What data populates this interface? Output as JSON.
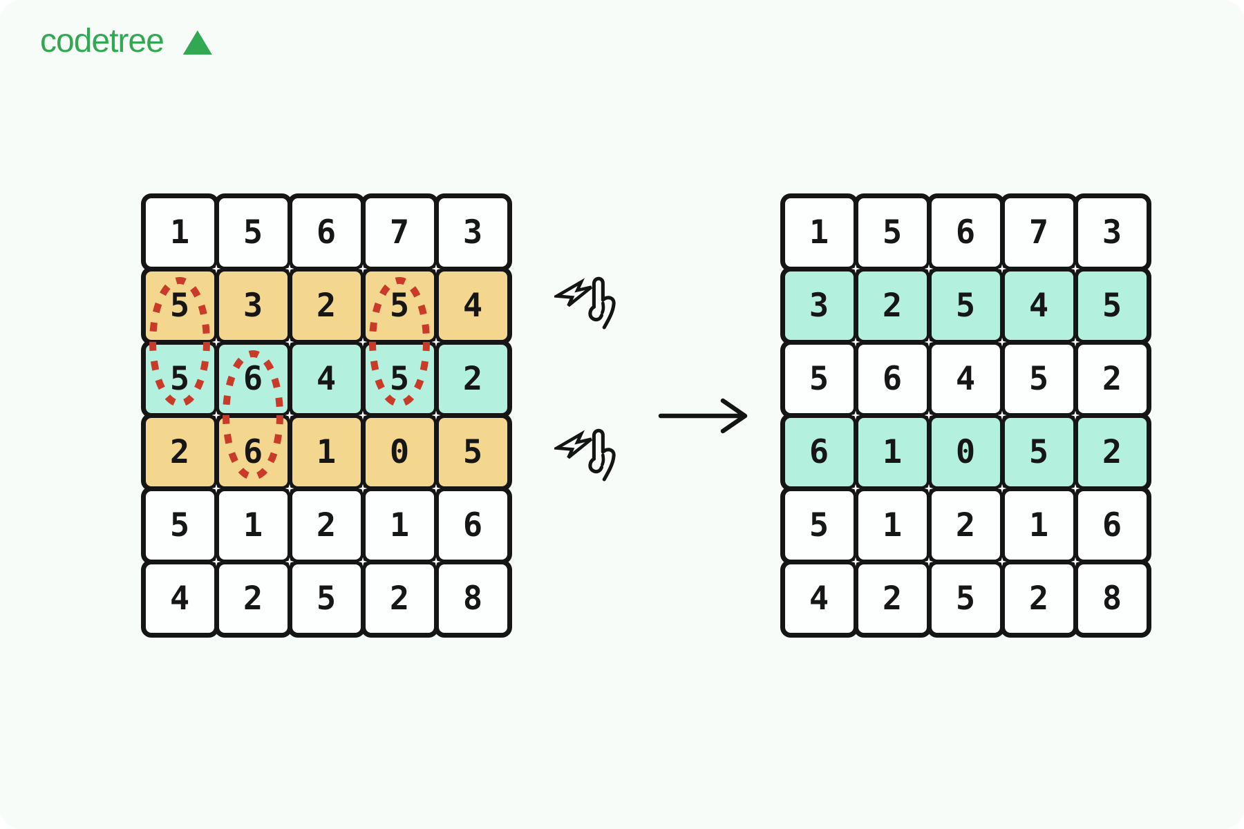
{
  "brand": {
    "name": "codetree",
    "triangle_icon": "triangle-up"
  },
  "palette": {
    "canvas_bg": "#F7FCF9",
    "cell_bg": "#FCFFFE",
    "row_yellow": "#F3D78E",
    "row_teal": "#B4F0DE",
    "grid_line": "#151515",
    "digit": "#161616",
    "ellipse_red": "#C93A29",
    "logo_green": "#33A852"
  },
  "figure": {
    "before_grid": {
      "rows": [
        {
          "bg": "white",
          "cells": [
            "1",
            "5",
            "6",
            "7",
            "3"
          ]
        },
        {
          "bg": "yellow",
          "cells": [
            "5",
            "3",
            "2",
            "5",
            "4"
          ]
        },
        {
          "bg": "teal",
          "cells": [
            "5",
            "6",
            "4",
            "5",
            "2"
          ]
        },
        {
          "bg": "yellow",
          "cells": [
            "2",
            "6",
            "1",
            "0",
            "5"
          ]
        },
        {
          "bg": "white",
          "cells": [
            "5",
            "1",
            "2",
            "1",
            "6"
          ]
        },
        {
          "bg": "white",
          "cells": [
            "4",
            "2",
            "5",
            "2",
            "8"
          ]
        }
      ],
      "pair_ellipses": [
        {
          "col": 1,
          "row_start": 2
        },
        {
          "col": 2,
          "row_start": 3
        },
        {
          "col": 4,
          "row_start": 2
        }
      ]
    },
    "after_grid": {
      "rows": [
        {
          "bg": "white",
          "cells": [
            "1",
            "5",
            "6",
            "7",
            "3"
          ]
        },
        {
          "bg": "teal",
          "cells": [
            "3",
            "2",
            "5",
            "4",
            "5"
          ]
        },
        {
          "bg": "white",
          "cells": [
            "5",
            "6",
            "4",
            "5",
            "2"
          ]
        },
        {
          "bg": "teal",
          "cells": [
            "6",
            "1",
            "0",
            "5",
            "2"
          ]
        },
        {
          "bg": "white",
          "cells": [
            "5",
            "1",
            "2",
            "1",
            "6"
          ]
        },
        {
          "bg": "white",
          "cells": [
            "4",
            "2",
            "5",
            "2",
            "8"
          ]
        }
      ],
      "pair_ellipses": []
    },
    "gestures": [
      {
        "icon": "swipe-flick-hand",
        "aligned_row": 2
      },
      {
        "icon": "swipe-flick-hand",
        "aligned_row": 4
      }
    ],
    "arrow_icon": "arrow-right"
  }
}
